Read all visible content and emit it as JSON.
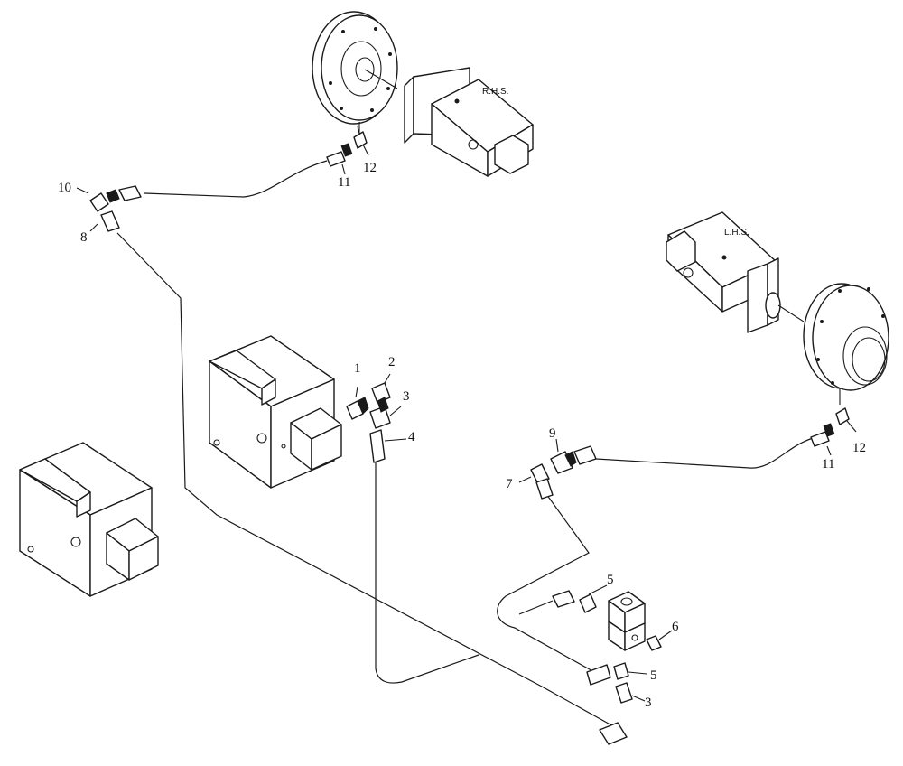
{
  "labels": {
    "rhs": "R.H.S.",
    "lhs": "L.H.S."
  },
  "callouts": {
    "c1": "1",
    "c2": "2",
    "c3a": "3",
    "c4": "4",
    "c5a": "5",
    "c6": "6",
    "c7": "7",
    "c8": "8",
    "c9": "9",
    "c10": "10",
    "c11a": "11",
    "c12a": "12",
    "c11b": "11",
    "c12b": "12",
    "c5b": "5",
    "c3b": "3"
  }
}
